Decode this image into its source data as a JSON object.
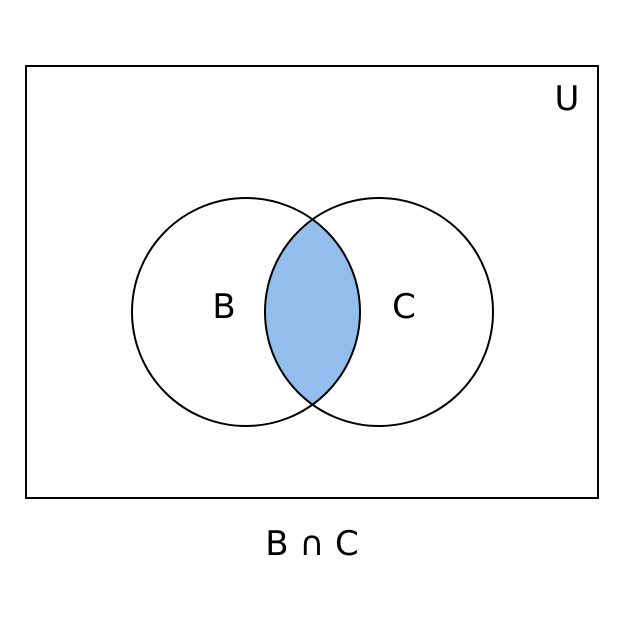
{
  "universe": {
    "label": "U"
  },
  "sets": [
    {
      "label": "B"
    },
    {
      "label": "C"
    }
  ],
  "caption": {
    "text": "B ∩ C"
  },
  "highlighted_region": "intersection",
  "colors": {
    "highlight": "#92bdec",
    "stroke": "#000000",
    "background": "#ffffff"
  }
}
